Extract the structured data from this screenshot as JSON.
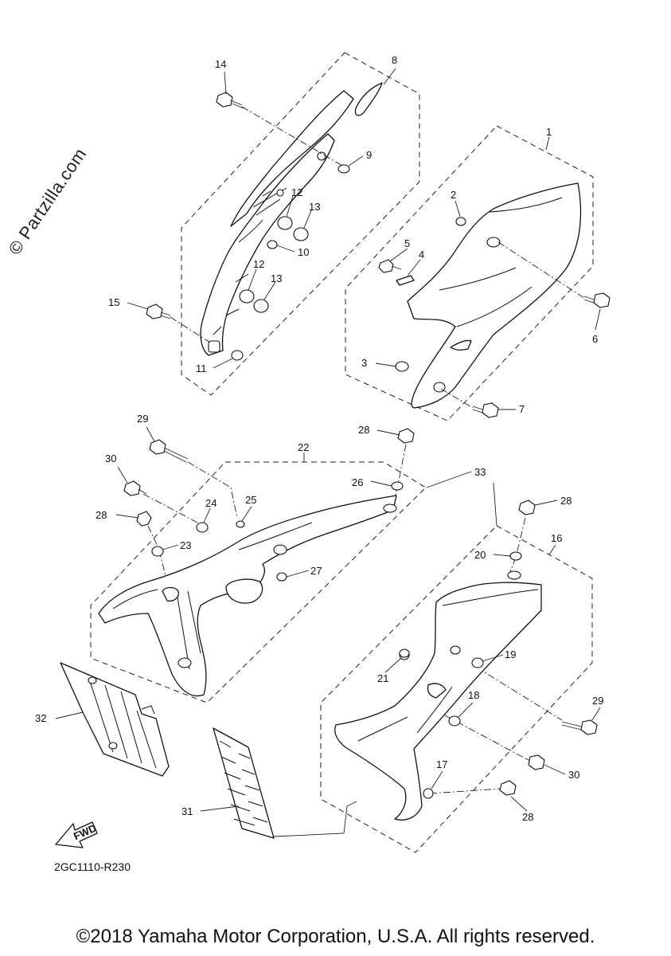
{
  "watermark": "© Partzilla.com",
  "diagram_code": "2GC1110-R230",
  "copyright": "©2018 Yamaha Motor Corporation, U.S.A. All rights reserved.",
  "fwd_label": "FWD",
  "callouts": {
    "c1": "1",
    "c2": "2",
    "c3": "3",
    "c4": "4",
    "c5": "5",
    "c6": "6",
    "c7": "7",
    "c8": "8",
    "c9": "9",
    "c10": "10",
    "c11": "11",
    "c12a": "12",
    "c12b": "12",
    "c13a": "13",
    "c13b": "13",
    "c14": "14",
    "c15": "15",
    "c16": "16",
    "c17": "17",
    "c18": "18",
    "c19": "19",
    "c20": "20",
    "c21": "21",
    "c22": "22",
    "c23": "23",
    "c24": "24",
    "c25": "25",
    "c26": "26",
    "c27": "27",
    "c28a": "28",
    "c28b": "28",
    "c28c": "28",
    "c28d": "28",
    "c29a": "29",
    "c29b": "29",
    "c30a": "30",
    "c30b": "30",
    "c31": "31",
    "c32": "32",
    "c33": "33"
  }
}
